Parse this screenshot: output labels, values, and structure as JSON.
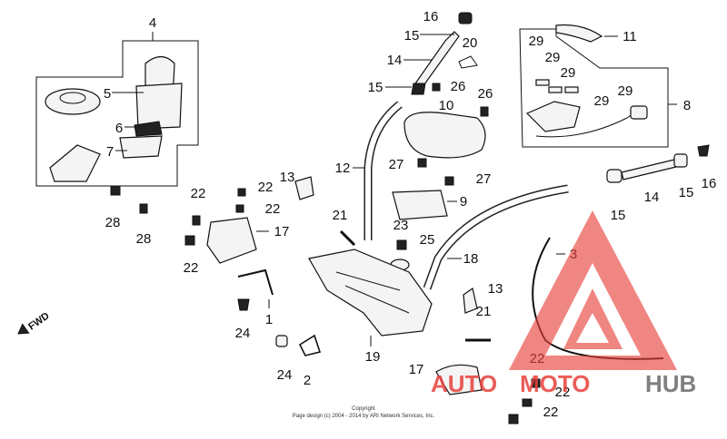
{
  "callouts": {
    "c1": "1",
    "c2": "2",
    "c3": "3",
    "c4": "4",
    "c5": "5",
    "c6": "6",
    "c7": "7",
    "c8": "8",
    "c9": "9",
    "c10": "10",
    "c11": "11",
    "c12": "12",
    "c13a": "13",
    "c13b": "13",
    "c14a": "14",
    "c14b": "14",
    "c15a": "15",
    "c15b": "15",
    "c15c": "15",
    "c15d": "15",
    "c16a": "16",
    "c16b": "16",
    "c17a": "17",
    "c17b": "17",
    "c18": "18",
    "c19": "19",
    "c20": "20",
    "c21a": "21",
    "c21b": "21",
    "c22a": "22",
    "c22b": "22",
    "c22c": "22",
    "c22d": "22",
    "c22e": "22",
    "c22f": "22",
    "c22g": "22",
    "c23": "23",
    "c24a": "24",
    "c24b": "24",
    "c25": "25",
    "c26a": "26",
    "c26b": "26",
    "c27a": "27",
    "c27b": "27",
    "c28a": "28",
    "c28b": "28",
    "c29a": "29",
    "c29b": "29",
    "c29c": "29",
    "c29d": "29",
    "c29e": "29"
  },
  "fwd_label": "FWD",
  "copyright": {
    "line1": "Copyright",
    "line2": "Page design (c) 2004 - 2014 by ARI Network Services, Inc."
  },
  "watermark": {
    "word1": "AUTO",
    "word2": "MOTO",
    "word3": "HUB",
    "color_red": "#e8413c",
    "color_gray": "#6b6b6b"
  }
}
